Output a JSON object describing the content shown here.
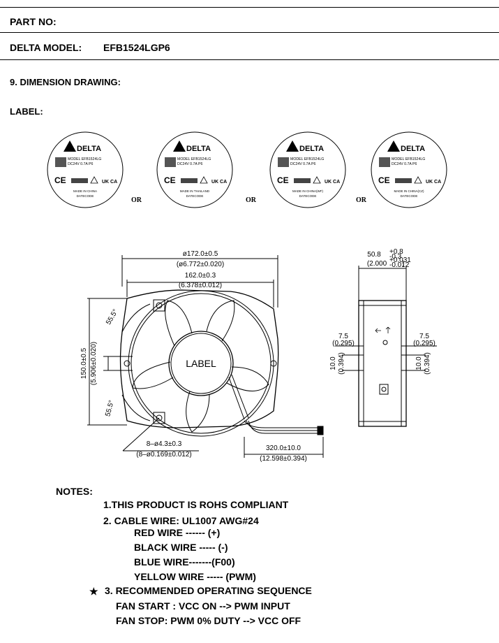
{
  "header": {
    "part_no": "PART NO:",
    "model_label": "DELTA MODEL:",
    "model_value": "EFB1524LGP6"
  },
  "section": {
    "dimension_title": "9. DIMENSION DRAWING:",
    "label_title": "LABEL:"
  },
  "labels": [
    {
      "brand": "DELTA",
      "model_line": "MODEL   EFB1524LG",
      "spec_line": "DC24V  0.7A      P6",
      "origin": "MADE IN CHINA",
      "datecode": "DATECODE",
      "cert": "CE",
      "ukca": "UK CA"
    },
    {
      "brand": "DELTA",
      "model_line": "MODEL   EFB1524LG",
      "spec_line": "DC24V  0.7A      P6",
      "origin": "MADE IN THAILAND",
      "datecode": "DATECODE",
      "cert": "CE",
      "ukca": "UK CA"
    },
    {
      "brand": "DELTA",
      "model_line": "MODEL   EFB1524LG",
      "spec_line": "DC24V  0.7A      P6",
      "origin": "MADE IN CHINA(WF)",
      "datecode": "DATECODE",
      "cert": "CE",
      "ukca": "UK CA"
    },
    {
      "brand": "DELTA",
      "model_line": "MODEL   EFB1524LG",
      "spec_line": "DC24V  0.7A      P6",
      "origin": "MADE IN CHINA(CZ)",
      "datecode": "DATECODE",
      "cert": "CE",
      "ukca": "UK CA"
    }
  ],
  "or_text": "OR",
  "drawing": {
    "dia_outer": "ø172.0±0.5",
    "dia_outer_in": "(ø6.772±0.020)",
    "width_inner": "162.0±0.3",
    "width_inner_in": "(6.378±0.012)",
    "height": "150.0±0.5",
    "height_in": "(5.906±0.020)",
    "angle_top": "55.5°",
    "angle_bottom": "55.5°",
    "hub_label": "LABEL",
    "holes": "8–ø4.3±0.3",
    "holes_in": "(8–ø0.169±0.012)",
    "cable": "320.0±10.0",
    "cable_in": "(12.598±0.394)",
    "depth": "50.8",
    "depth_tol_plus": "+0.8",
    "depth_tol_minus": "-0.3",
    "depth_in": "(2.000",
    "depth_in_tol_plus": "+0.031",
    "depth_in_tol_minus": "-0.012",
    "depth_in_close": ")",
    "side_left": "7.5",
    "side_left_in": "(0.295)",
    "side_right": "7.5",
    "side_right_in": "(0.295)",
    "slot_left": "10.0",
    "slot_left_in": "(0.394)",
    "slot_right": "10.0",
    "slot_right_in": "(0.394)"
  },
  "notes": {
    "title": "NOTES:",
    "item1": "1.THIS PRODUCT IS ROHS COMPLIANT",
    "item2": "2. CABLE WIRE: UL1007 AWG#24",
    "wire_red": "RED WIRE ------ (+)",
    "wire_black": "BLACK WIRE ----- (-)",
    "wire_blue": "BLUE WIRE-------(F00)",
    "wire_yellow": "YELLOW WIRE ----- (PWM)",
    "star": "★",
    "item3": "3. RECOMMENDED OPERATING SEQUENCE",
    "fan_start": "FAN START : VCC ON  --> PWM INPUT",
    "fan_stop": "FAN STOP: PWM 0% DUTY --> VCC  OFF"
  }
}
